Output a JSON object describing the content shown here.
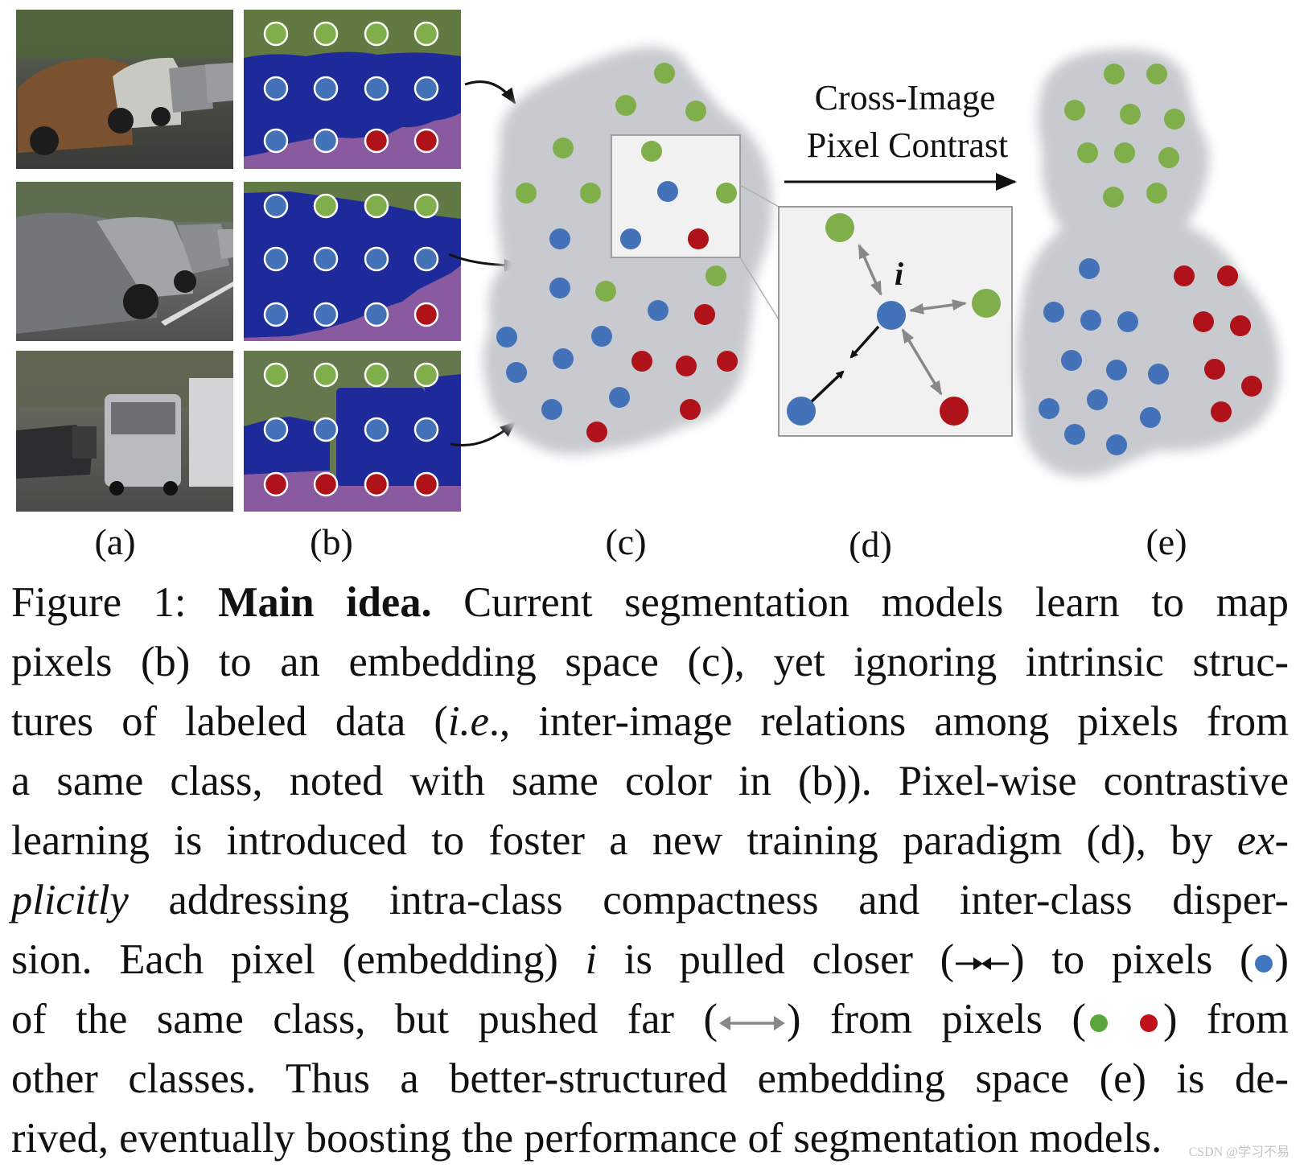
{
  "figure": {
    "panel_labels": [
      "(a)",
      "(b)",
      "(c)",
      "(d)",
      "(e)"
    ],
    "arrow_heading_line1": "Cross-Image",
    "arrow_heading_line2": "Pixel Contrast",
    "anchor_label": "i",
    "colors": {
      "green": "#7fae4a",
      "blue": "#4472b8",
      "red": "#b0121a",
      "cloud": "#c9cbd0",
      "box": "#f1f1f1",
      "seg_blue": "#1f2a9a",
      "seg_pink": "#8a5aa0"
    }
  },
  "caption": {
    "l1_fig": "Figure 1: ",
    "l1_bold": "Main idea.",
    "l1_rest": " Current segmentation models learn to map",
    "l2": "pixels (b) to an embedding space (c), yet ignoring intrinsic struc-",
    "l3_a": "tures of labeled data (",
    "l3_ital": "i.e",
    "l3_b": "., inter-image relations among pixels from",
    "l4": "a same class, noted with same color in (b)). Pixel-wise contrastive",
    "l5_a": "learning is introduced to foster a new training paradigm (d), by ",
    "l5_ital": "ex-",
    "l6_ital": "plicitly",
    "l6_b": " addressing intra-class compactness and inter-class disper-",
    "l7_a": "sion. Each pixel (embedding) ",
    "l7_i": "i",
    "l7_b": " is pulled closer (",
    "l7_c": ") to pixels (",
    "l7_d": ")",
    "l8_a": "of the same class, but pushed far (",
    "l8_b": ") from pixels (",
    "l8_c": ") from",
    "l9": "other classes. Thus a better-structured embedding space (e) is de-",
    "l10": "rived, eventually boosting the performance of segmentation models."
  },
  "watermark": "CSDN @学习不易"
}
